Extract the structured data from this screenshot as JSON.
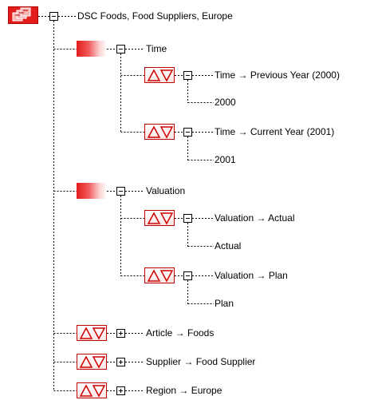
{
  "tree": {
    "root": {
      "label": "DSC Foods, Food Suppliers, Europe"
    },
    "time": {
      "label": "Time",
      "children": [
        {
          "label": "Time → Previous Year (2000)",
          "leaf": "2000"
        },
        {
          "label": "Time → Current Year (2001)",
          "leaf": "2001"
        }
      ]
    },
    "valuation": {
      "label": "Valuation",
      "children": [
        {
          "label": "Valuation → Actual",
          "leaf": "Actual"
        },
        {
          "label": "Valuation → Plan",
          "leaf": "Plan"
        }
      ]
    },
    "article": {
      "label": "Article → Foods"
    },
    "supplier": {
      "label": "Supplier → Food Supplier"
    },
    "region": {
      "label": "Region → Europe"
    }
  },
  "colors": {
    "accent": "#c00000",
    "group_fill": "#e31c1c"
  },
  "icons": {
    "filter": "filter-triangles-icon",
    "group": "dimension-group-icon",
    "root": "report-cube-icon"
  }
}
